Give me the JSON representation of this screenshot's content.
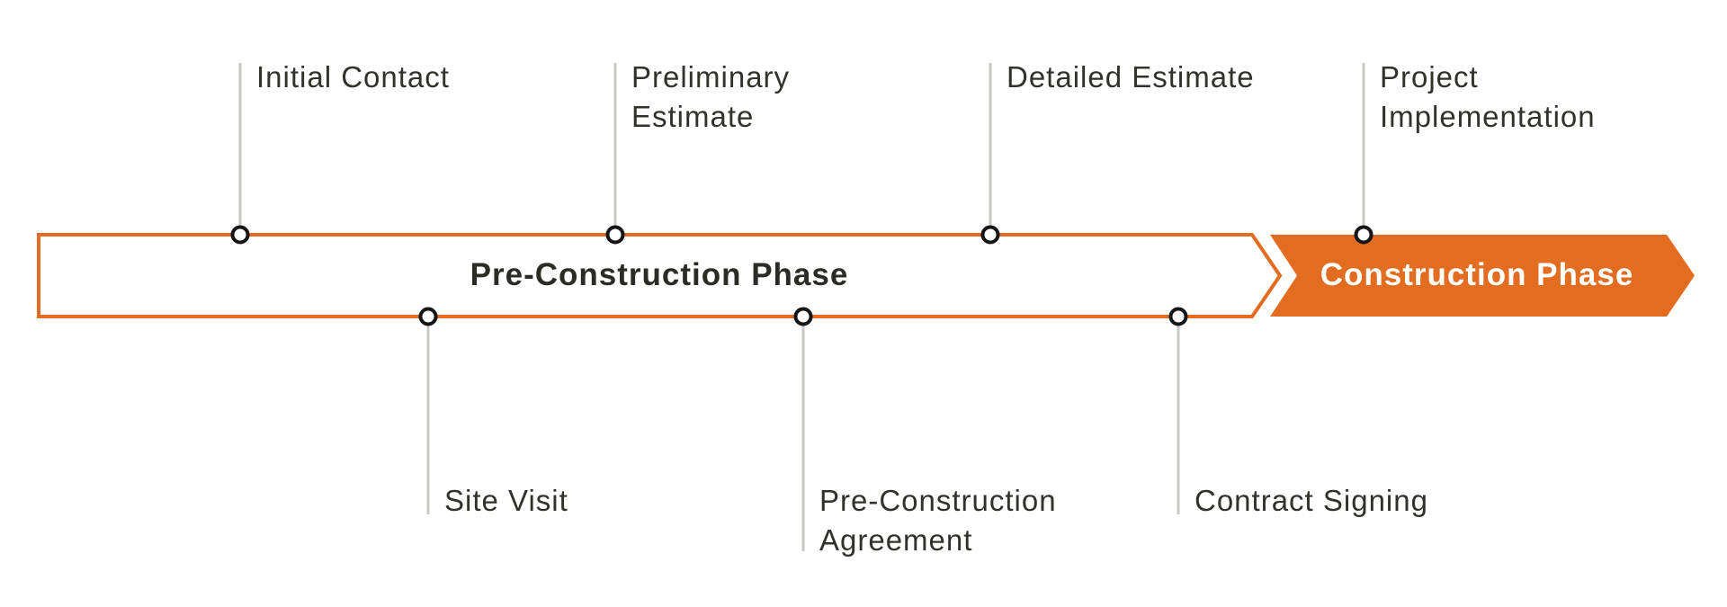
{
  "diagram": {
    "type": "process-timeline",
    "phases": [
      {
        "label": "Pre-Construction Phase",
        "style": "outlined-box-with-arrow-tip"
      },
      {
        "label": "Construction Phase",
        "style": "filled-arrow"
      }
    ],
    "milestones": [
      {
        "label": "Initial Contact",
        "side": "top",
        "phase": "Pre-Construction Phase"
      },
      {
        "label": "Preliminary Estimate",
        "side": "top",
        "phase": "Pre-Construction Phase"
      },
      {
        "label": "Detailed Estimate",
        "side": "top",
        "phase": "Pre-Construction Phase"
      },
      {
        "label": "Project Implementation",
        "side": "top",
        "phase": "Construction Phase"
      },
      {
        "label": "Site Visit",
        "side": "bottom",
        "phase": "Pre-Construction Phase"
      },
      {
        "label": "Pre-Construction Agreement",
        "side": "bottom",
        "phase": "Pre-Construction Phase"
      },
      {
        "label": "Contract Signing",
        "side": "bottom",
        "phase": "Pre-Construction Phase"
      }
    ],
    "colors": {
      "accent_orange": "#E26C20",
      "milestone_label_text": "#33312C",
      "phase_title_dark": "#2D2B26",
      "phase_title_on_orange": "#FFFFFF",
      "connector_line_gray": "#C9C8C4",
      "node_ring": "#161616",
      "node_fill": "#FFFFFF",
      "background": "#FFFFFF"
    }
  }
}
